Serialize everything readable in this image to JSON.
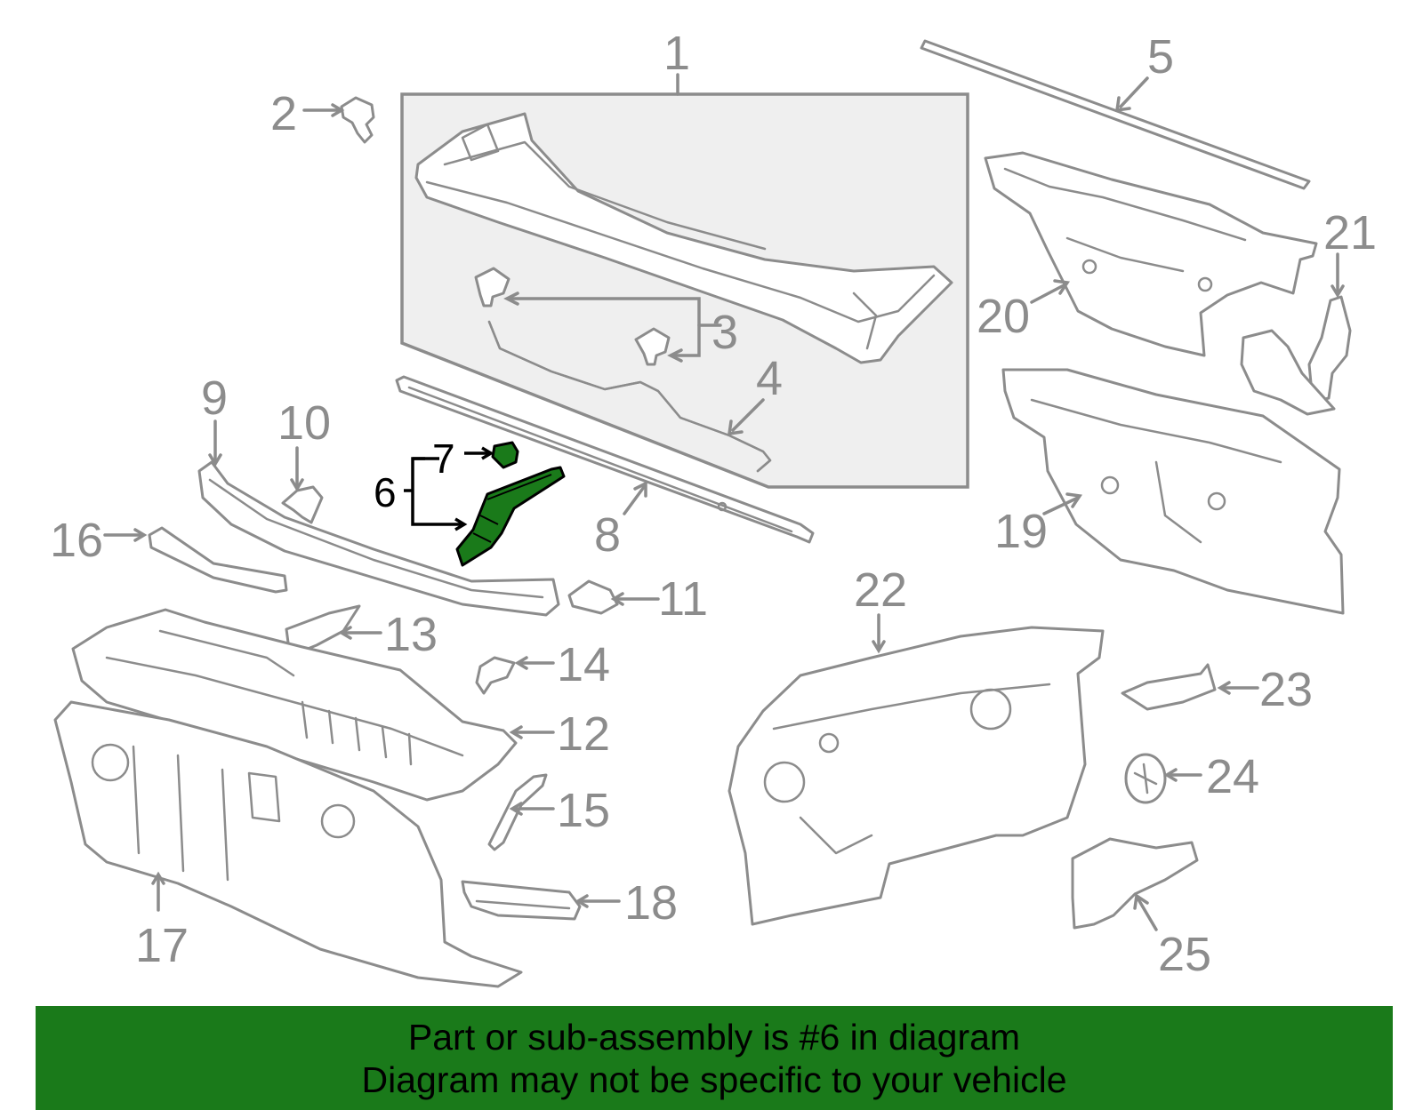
{
  "diagram": {
    "colors": {
      "highlight": "#1a7a1a",
      "outline": "#8c8c8c",
      "subassembly_box": "#efefef"
    },
    "callouts": [
      {
        "id": "1",
        "label": "1"
      },
      {
        "id": "2",
        "label": "2"
      },
      {
        "id": "3",
        "label": "3"
      },
      {
        "id": "4",
        "label": "4"
      },
      {
        "id": "5",
        "label": "5"
      },
      {
        "id": "6",
        "label": "6",
        "highlighted": true
      },
      {
        "id": "7",
        "label": "7",
        "highlighted": true
      },
      {
        "id": "8",
        "label": "8"
      },
      {
        "id": "9",
        "label": "9"
      },
      {
        "id": "10",
        "label": "10"
      },
      {
        "id": "11",
        "label": "11"
      },
      {
        "id": "12",
        "label": "12"
      },
      {
        "id": "13",
        "label": "13"
      },
      {
        "id": "14",
        "label": "14"
      },
      {
        "id": "15",
        "label": "15"
      },
      {
        "id": "16",
        "label": "16"
      },
      {
        "id": "17",
        "label": "17"
      },
      {
        "id": "18",
        "label": "18"
      },
      {
        "id": "19",
        "label": "19"
      },
      {
        "id": "20",
        "label": "20"
      },
      {
        "id": "21",
        "label": "21"
      },
      {
        "id": "22",
        "label": "22"
      },
      {
        "id": "23",
        "label": "23"
      },
      {
        "id": "24",
        "label": "24"
      },
      {
        "id": "25",
        "label": "25"
      }
    ]
  },
  "footer": {
    "line1": "Part or sub-assembly is #6 in diagram",
    "line2": "Diagram may not be specific to your vehicle"
  }
}
